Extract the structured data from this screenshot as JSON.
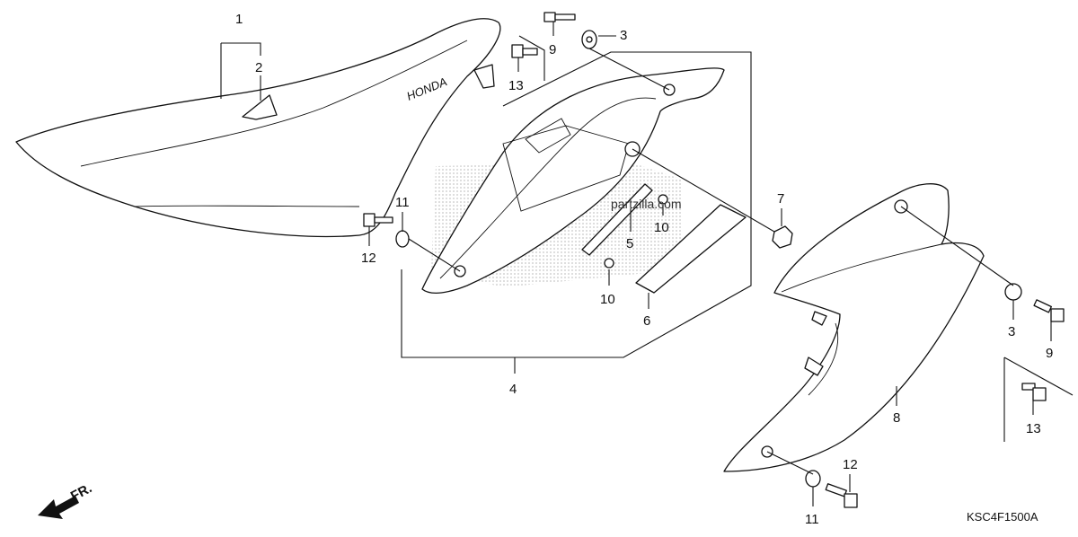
{
  "callouts": {
    "c1": "1",
    "c2": "2",
    "c3a": "3",
    "c3b": "3",
    "c4": "4",
    "c5": "5",
    "c6": "6",
    "c7": "7",
    "c8": "8",
    "c9a": "9",
    "c9b": "9",
    "c10a": "10",
    "c10b": "10",
    "c11a": "11",
    "c11b": "11",
    "c12a": "12",
    "c12b": "12",
    "c13a": "13",
    "c13b": "13"
  },
  "seat_brand": "HONDA",
  "watermark": "partzilla.com",
  "front_arrow_label": "FR.",
  "diagram_code": "KSC4F1500A"
}
